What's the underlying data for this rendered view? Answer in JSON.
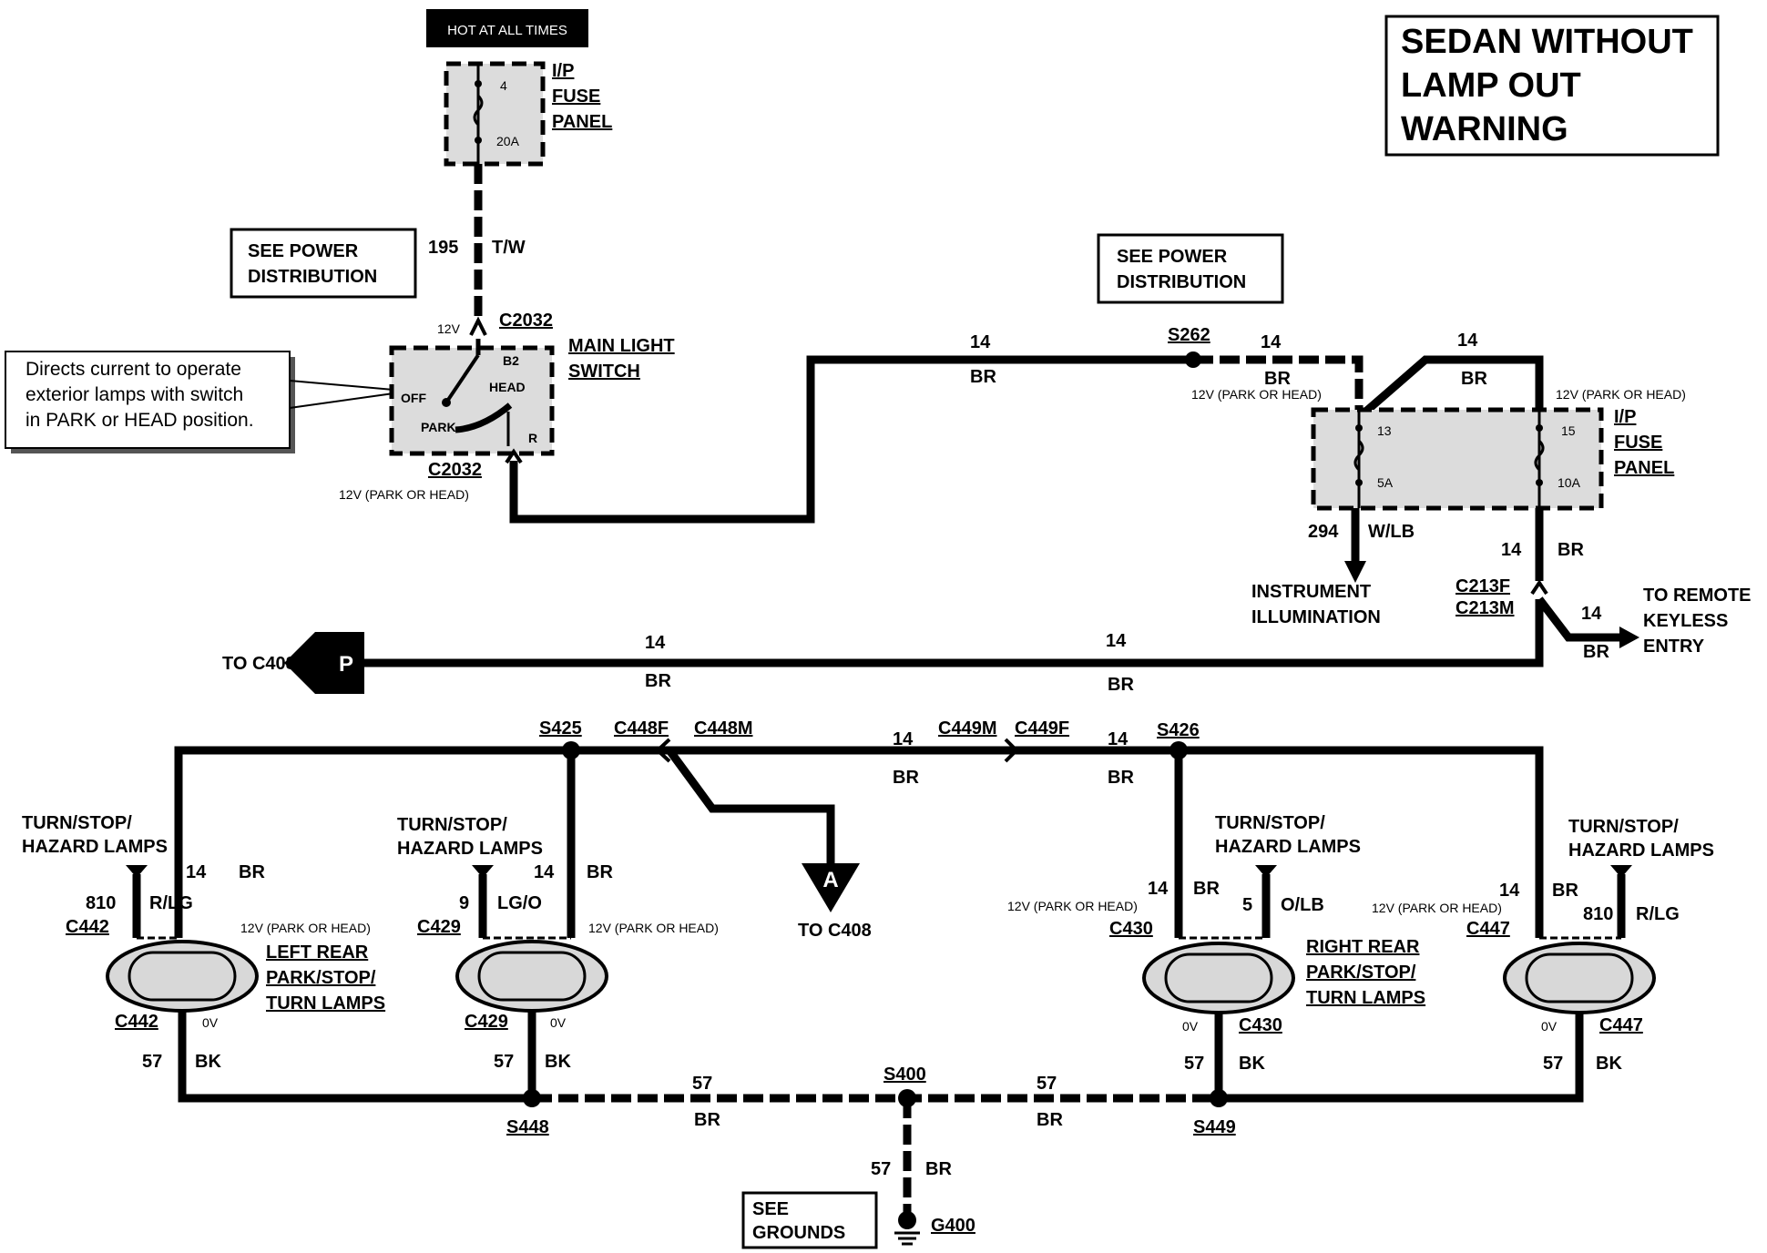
{
  "title": {
    "line1": "SEDAN WITHOUT",
    "line2": "LAMP OUT",
    "line3": "WARNING"
  },
  "hot": "HOT AT ALL TIMES",
  "fuse_top": {
    "num": "4",
    "amp": "20A",
    "label1": "I/P",
    "label2": "FUSE",
    "label3": "PANEL"
  },
  "power_dist_1": {
    "line1": "SEE POWER",
    "line2": "DISTRIBUTION"
  },
  "power_dist_2": {
    "line1": "SEE POWER",
    "line2": "DISTRIBUTION"
  },
  "wire_195": {
    "num": "195",
    "color": "T/W"
  },
  "v12": "12V",
  "v12ph": "12V (PARK OR HEAD)",
  "zero_v": "0V",
  "c2032": "C2032",
  "switch": {
    "label1": "MAIN LIGHT",
    "label2": "SWITCH",
    "b2": "B2",
    "head": "HEAD",
    "off": "OFF",
    "park": "PARK",
    "r": "R"
  },
  "note": {
    "line1": "Directs current to operate",
    "line2": "exterior lamps with switch",
    "line3": "in PARK or HEAD position."
  },
  "g14": "14",
  "br": "BR",
  "bk": "BK",
  "g57": "57",
  "s262": "S262",
  "fuse_ip": {
    "f13": "13",
    "a5": "5A",
    "f15": "15",
    "a10": "10A",
    "label1": "I/P",
    "label2": "FUSE",
    "label3": "PANEL"
  },
  "wire_294": {
    "num": "294",
    "color": "W/LB"
  },
  "instrument": {
    "line1": "INSTRUMENT",
    "line2": "ILLUMINATION"
  },
  "c213f": "C213F",
  "c213m": "C213M",
  "remote": {
    "line1": "TO REMOTE",
    "line2": "KEYLESS",
    "line3": "ENTRY"
  },
  "to_c408_p": "TO  C408",
  "p": "P",
  "s425": "S425",
  "c448f": "C448F",
  "c448m": "C448M",
  "c449m": "C449M",
  "c449f": "C449F",
  "s426": "S426",
  "a": "A",
  "to_c408_a": "TO C408",
  "tsh": {
    "line1": "TURN/STOP/",
    "line2": "HAZARD LAMPS"
  },
  "w810": "810",
  "rlg": "R/LG",
  "w9": "9",
  "lgo": "LG/O",
  "w5": "5",
  "olb": "O/LB",
  "c442": "C442",
  "c429": "C429",
  "c430": "C430",
  "c447": "C447",
  "left_rear": {
    "line1": "LEFT REAR",
    "line2": "PARK/STOP/",
    "line3": "TURN LAMPS"
  },
  "right_rear": {
    "line1": "RIGHT REAR",
    "line2": "PARK/STOP/",
    "line3": "TURN LAMPS"
  },
  "s448": "S448",
  "s400": "S400",
  "s449": "S449",
  "see_grounds": {
    "line1": "SEE",
    "line2": "GROUNDS"
  },
  "g400": "G400"
}
